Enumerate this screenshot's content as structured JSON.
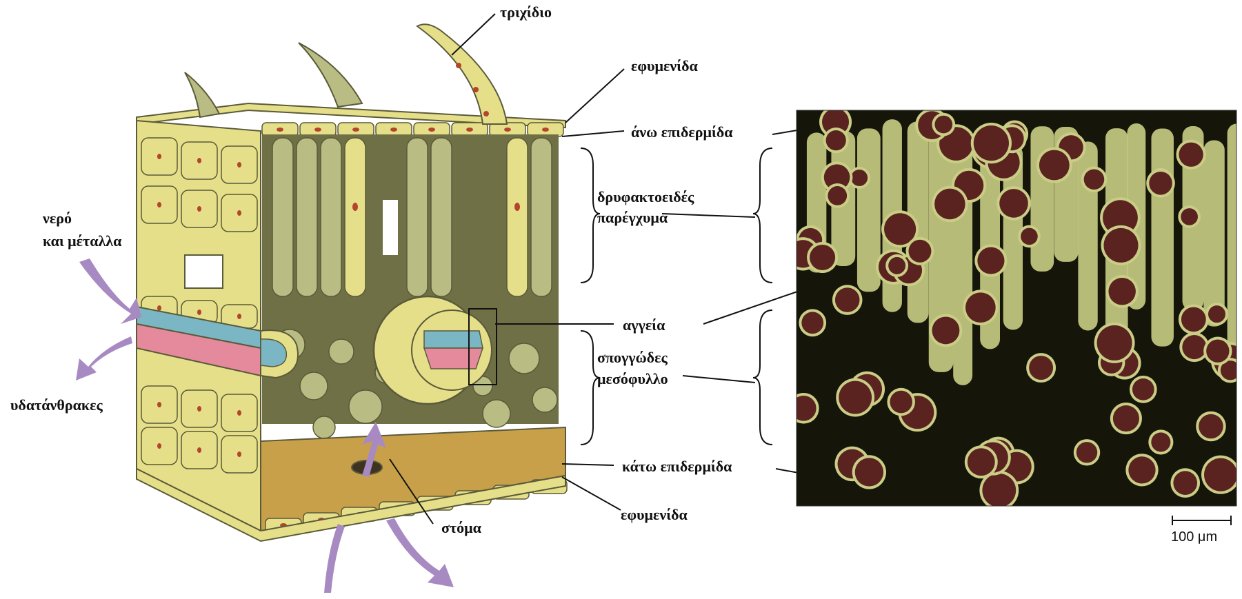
{
  "labels": {
    "trichidio": "τριχίδιο",
    "efymenida_top": "εφυμενίδα",
    "ano_epidermida": "άνω επιδερμίδα",
    "dryfaktoeides_1": "δρυφακτοειδές",
    "dryfaktoeides_2": "παρέγχυμα",
    "nero_1": "νερό",
    "nero_2": "και μέταλλα",
    "aggeia": "αγγεία",
    "spoggodes_1": "σπογγώδες",
    "spoggodes_2": "μεσόφυλλο",
    "ydatanthrakes": "υδατάνθρακες",
    "kato_epidermida": "κάτω επιδερμίδα",
    "efymenida_bottom": "εφυμενίδα",
    "stoma": "στόμα"
  },
  "scale_bar": {
    "label": "100 μm"
  },
  "colors": {
    "cell_fill": "#e6df8a",
    "cell_wall": "#5a5a3a",
    "palisade_dark": "#b9bd83",
    "interior_dark": "#6f7045",
    "nucleus": "#b3452d",
    "xylem": "#7bb6c4",
    "phloem": "#e58a9c",
    "arrow": "#a78ac2",
    "micrograph_bg": "#151509",
    "micrograph_cell": "#c9cd85",
    "micrograph_nucleus": "#5a2320"
  },
  "micrograph": {
    "content": "scanning electron micrograph of leaf cross-section"
  }
}
